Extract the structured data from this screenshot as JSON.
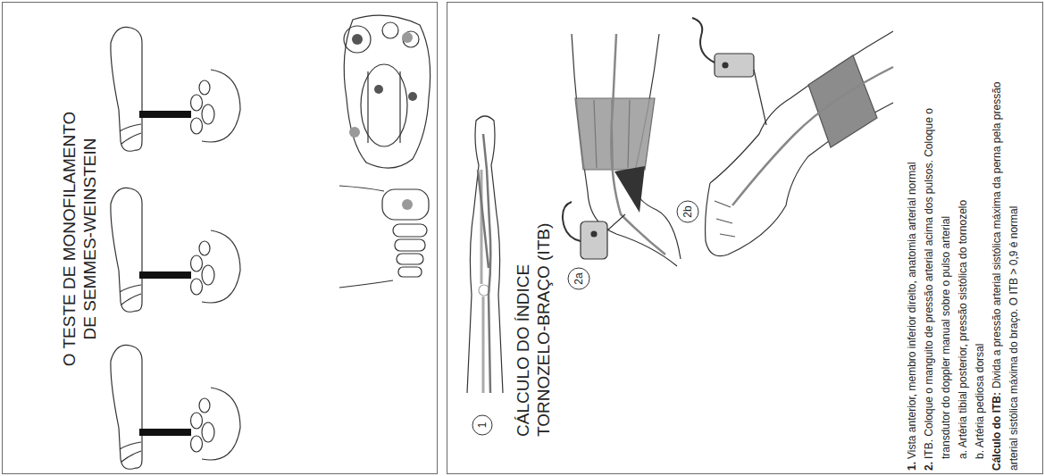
{
  "diagram": {
    "nodes": [
      {
        "text": [
          "O TESTE DE MONOFILAMENTO DE SEMMES-WEINSTEIN"
        ]
      },
      {
        "text": [
          "CÁLCULO DO ÍNDICE TORNOZELO-BRAÇO (ITB)"
        ]
      }
    ],
    "labels": [
      "1",
      "2a",
      "2b",
      "1.",
      "Vista anterior, membro inferior direito, anatomia arterial normal",
      "2.",
      "ITB. Coloque o manguito de pressão arterial acima dos pulsos. Coloque o transdutor do doppler manual sobre o pulso arterial",
      "a. Artéria tibial posterior, pressão sistólica do tornozelo",
      "b. Artéria pediosa dorsal",
      "Cálculo do ITB:",
      "Divida a pressão arterial sistólica máxima da perna pela pressão arterial sistólica máxima do braço. O ITB > 0,9 é normal"
    ]
  }
}
